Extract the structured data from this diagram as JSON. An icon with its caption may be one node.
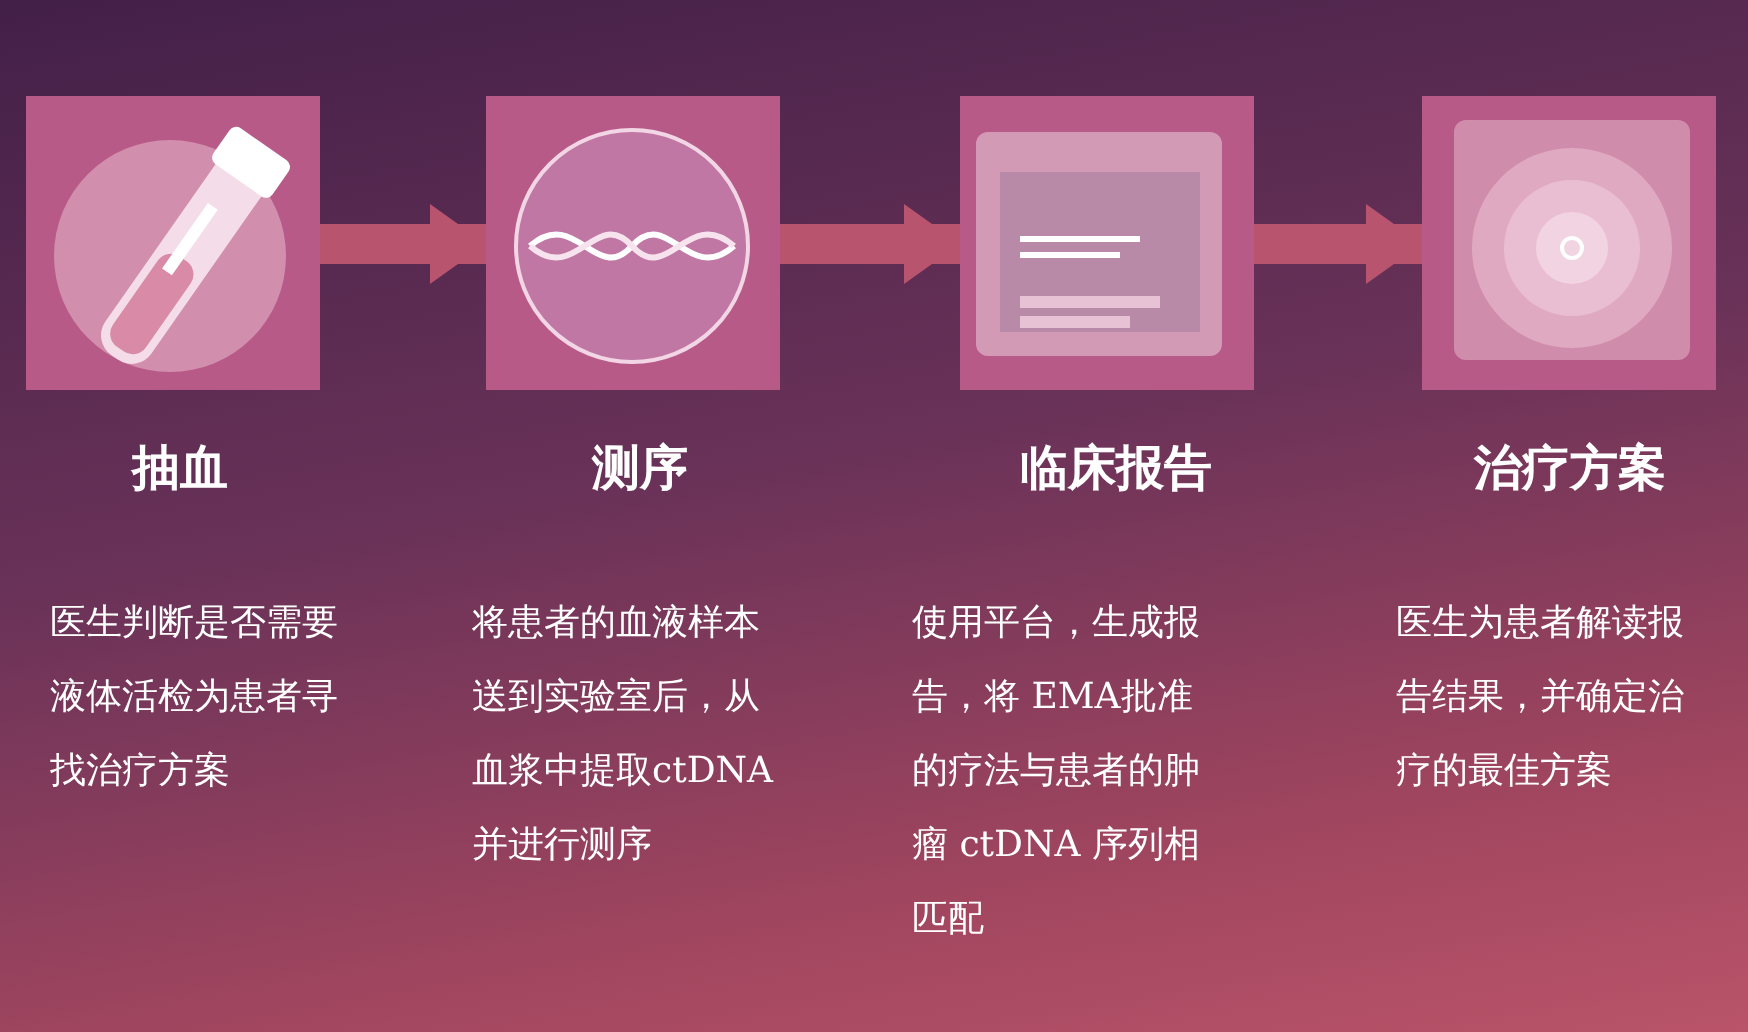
{
  "diagram": {
    "nodes": [
      {
        "text": [],
        "shape": "picture",
        "beside": [
          "抽血",
          "医生判断是否需要液体活检为患者寻找治疗方案"
        ]
      },
      {
        "text": [],
        "shape": "picture",
        "beside": [
          "测序",
          "将患者的血液样本送到实验室后，从血浆中提取ctDNA并进行测序"
        ]
      },
      {
        "text": [],
        "shape": "picture",
        "beside": [
          "临床报告",
          "使用平台，生成报告，将 EMA批准的疗法与患者的肿瘤 ctDNA 序列相匹配"
        ]
      },
      {
        "text": [],
        "shape": "picture",
        "beside": [
          "治疗方案",
          "医生为患者解读报告结果，并确定治疗的最佳方案"
        ]
      }
    ],
    "edges": [
      {
        "from": 0,
        "to": 1,
        "arrow": "to"
      },
      {
        "from": 1,
        "to": 2,
        "arrow": "to"
      },
      {
        "from": 2,
        "to": 3,
        "arrow": "to"
      }
    ]
  }
}
